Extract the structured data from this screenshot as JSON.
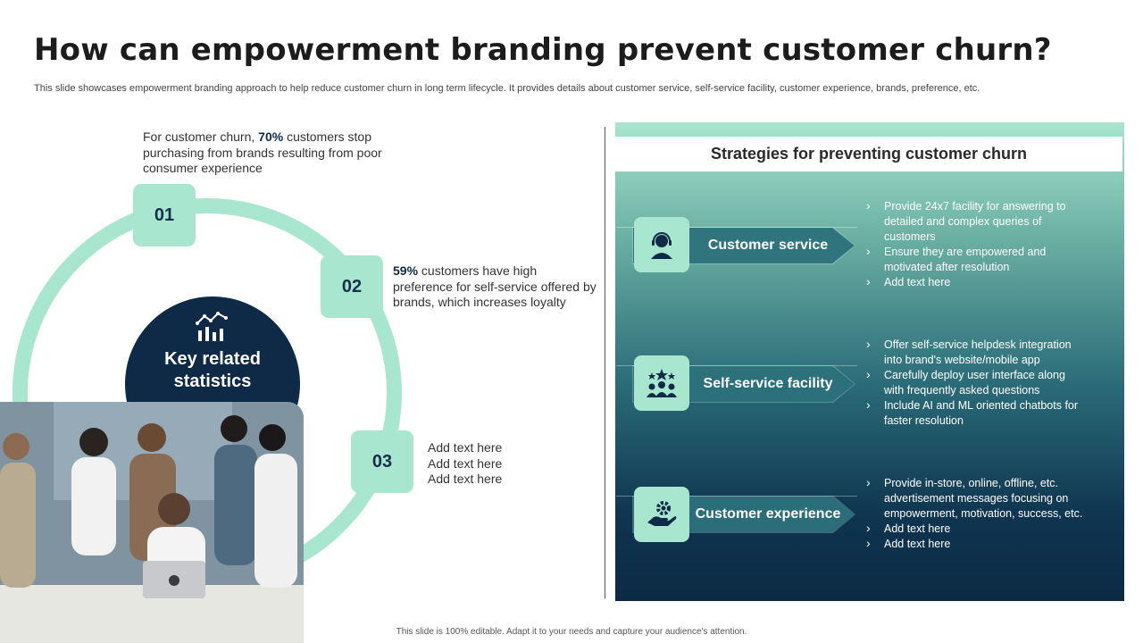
{
  "title": "How can empowerment branding prevent customer churn?",
  "subtitle": "This slide showcases empowerment branding approach to help reduce customer churn in long term lifecycle. It provides details about customer service, self-service facility, customer experience, brands, preference, etc.",
  "key_circle": {
    "label": "Key related statistics",
    "icon": "chart-bars-icon"
  },
  "stats": [
    {
      "number": "01",
      "text_before": "For customer churn, ",
      "highlight": "70%",
      "text_after": " customers stop purchasing from brands resulting from poor consumer experience"
    },
    {
      "number": "02",
      "text_before": "",
      "highlight": "59%",
      "text_after": " customers have high preference for self-service offered by brands, which increases loyalty"
    },
    {
      "number": "03",
      "lines": [
        "Add text here",
        "Add text here",
        "Add text here"
      ]
    }
  ],
  "panel": {
    "header": "Strategies for preventing customer churn",
    "strategies": [
      {
        "label": "Customer service",
        "icon": "headset-agent-icon",
        "bullets": [
          "Provide 24x7 facility for answering to detailed and complex queries of customers",
          "Ensure they are empowered and motivated after resolution",
          "Add text here"
        ]
      },
      {
        "label": "Self-service facility",
        "icon": "team-stars-icon",
        "bullets": [
          "Offer self-service helpdesk integration into brand's website/mobile app",
          "Carefully deploy user interface along with frequently asked questions",
          "Include AI and ML oriented chatbots for faster resolution"
        ]
      },
      {
        "label": "Customer experience",
        "icon": "hand-gear-icon",
        "bullets": [
          "Provide in-store, online, offline, etc. advertisement messages focusing on empowerment, motivation, success, etc.",
          "Add text here",
          "Add text here"
        ]
      }
    ]
  },
  "footer": "This slide is 100% editable. Adapt it to your needs and capture your audience's attention."
}
